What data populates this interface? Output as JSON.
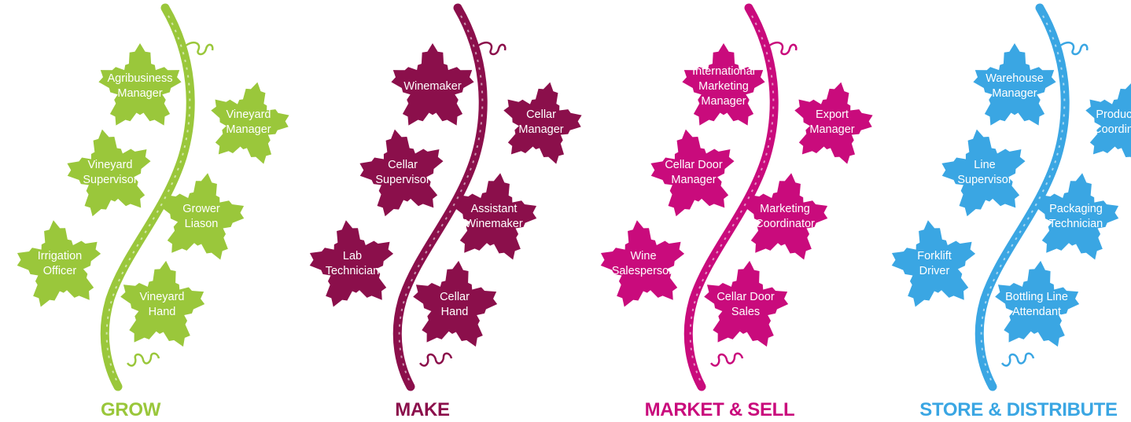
{
  "vines": [
    {
      "title": "GROW",
      "color": "#9AC73B",
      "leaves": [
        "Agribusiness\nManager",
        "Vineyard\nManager",
        "Vineyard\nSupervisor",
        "Grower\nLiason",
        "Irrigation\nOfficer",
        "Vineyard\nHand"
      ]
    },
    {
      "title": "MAKE",
      "color": "#8B0F4B",
      "leaves": [
        "Winemaker",
        "Cellar\nManager",
        "Cellar\nSupervisor",
        "Assistant\nWinemaker",
        "Lab\nTechnician",
        "Cellar\nHand"
      ]
    },
    {
      "title": "MARKET & SELL",
      "color": "#C90B7C",
      "leaves": [
        "International\nMarketing\nManager",
        "Export\nManager",
        "Cellar Door\nManager",
        "Marketing\nCoordinator",
        "Wine\nSalesperson",
        "Cellar Door\nSales"
      ]
    },
    {
      "title": "STORE & DISTRIBUTE",
      "color": "#3AA6E3",
      "leaves": [
        "Warehouse\nManager",
        "Production\nCoordinator",
        "Line\nSupervisor",
        "Packaging\nTechnician",
        "Forklift\nDriver",
        "Bottling Line\nAttendant"
      ]
    }
  ]
}
